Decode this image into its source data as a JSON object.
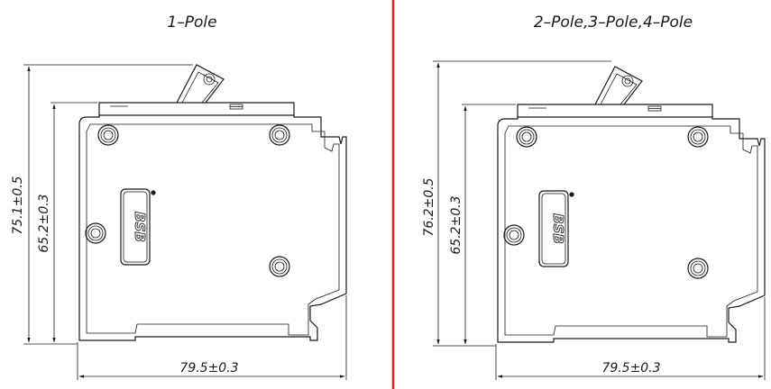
{
  "panels": [
    {
      "title": "1–Pole",
      "dim_outer_height": "75.1±0.5",
      "dim_body_height": "65.2±0.3",
      "dim_width": "79.5±0.3",
      "logo": "BSB"
    },
    {
      "title": "2–Pole,3–Pole,4–Pole",
      "dim_outer_height": "76.2±0.5",
      "dim_body_height": "65.2±0.3",
      "dim_width": "79.5±0.3",
      "logo": "BSB"
    }
  ],
  "colors": {
    "divider": "#e0242a",
    "ink": "#1a1a1a"
  }
}
